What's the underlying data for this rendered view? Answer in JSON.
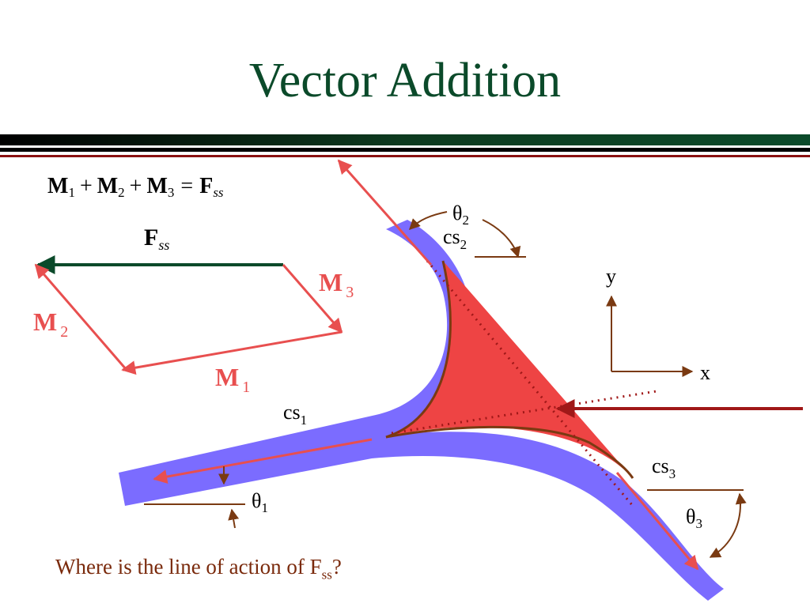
{
  "slide": {
    "title": "Vector Addition",
    "question_main": "Where is the line of action of F",
    "question_sub": "ss",
    "question_end": "?"
  },
  "equation": {
    "m": "M",
    "f": "F",
    "sub1": "1",
    "sub2": "2",
    "sub3": "3",
    "fsub": "ss",
    "plus": "+",
    "equals": "="
  },
  "vector_diagram": {
    "fss": "F",
    "fss_sub": "ss",
    "m": "M",
    "sub1": "1",
    "sub2": "2",
    "sub3": "3"
  },
  "pipe": {
    "cs": "cs",
    "cs1_sub": "1",
    "cs2_sub": "2",
    "cs3_sub": "3",
    "theta": "θ",
    "theta1_sub": "1",
    "theta2_sub": "2",
    "theta3_sub": "3"
  },
  "axes": {
    "x": "x",
    "y": "y"
  },
  "colors": {
    "title": "#0b4a2a",
    "pipe": "#7b6cff",
    "fluid": "#ee4444",
    "vector": "#e84f4f",
    "resultant": "#0b4a2a",
    "force_line": "#a01818",
    "outline": "#7a3a12",
    "label_brown": "#7a2a0c"
  }
}
